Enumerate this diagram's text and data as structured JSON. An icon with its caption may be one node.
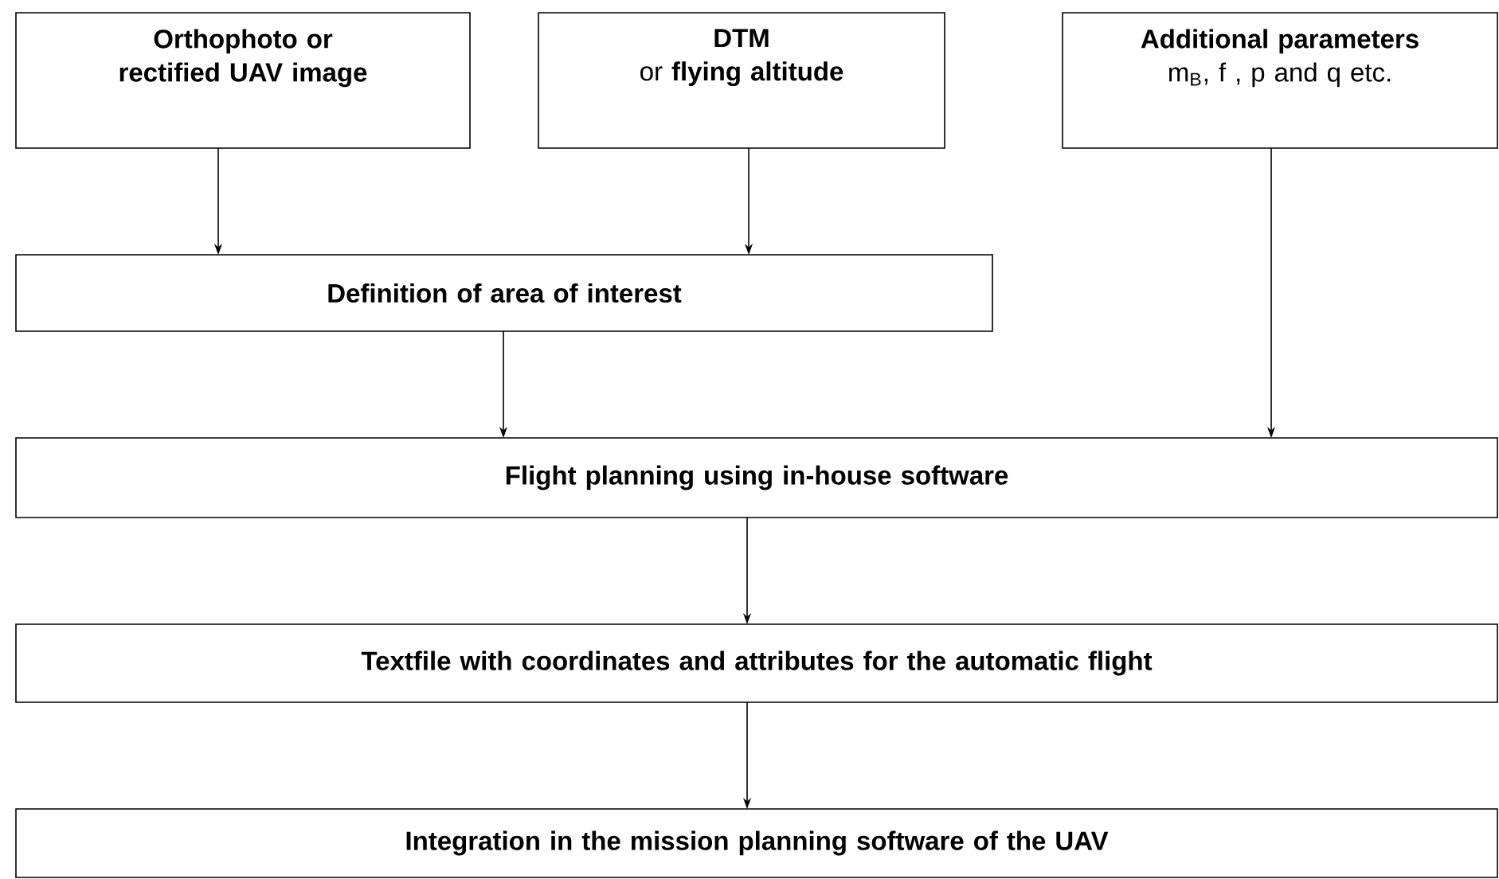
{
  "diagram": {
    "nodes": [
      {
        "text": [
          "Orthophoto or rectified UAV image"
        ]
      },
      {
        "text": [
          "DTM",
          "or **flying altitude**"
        ]
      },
      {
        "text": [
          "Additional parameters",
          "m$_{B}$, f , p and  q etc."
        ]
      },
      {
        "text": [
          "Definition of area of interest"
        ]
      },
      {
        "text": [
          "Flight planning using in-house software"
        ]
      },
      {
        "text": [
          "Textfile with coordinates and attributes for the automatic flight"
        ]
      },
      {
        "text": [
          "Integration in the mission planning software of the UAV"
        ]
      }
    ],
    "edges": [
      {
        "from": 0,
        "to": 3,
        "arrow": "to"
      },
      {
        "from": 1,
        "to": 3,
        "arrow": "to"
      },
      {
        "from": 3,
        "to": 4,
        "arrow": "to"
      },
      {
        "from": 2,
        "to": 4,
        "arrow": "to"
      },
      {
        "from": 4,
        "to": 5,
        "arrow": "to"
      },
      {
        "from": 5,
        "to": 6,
        "arrow": "to"
      }
    ]
  }
}
